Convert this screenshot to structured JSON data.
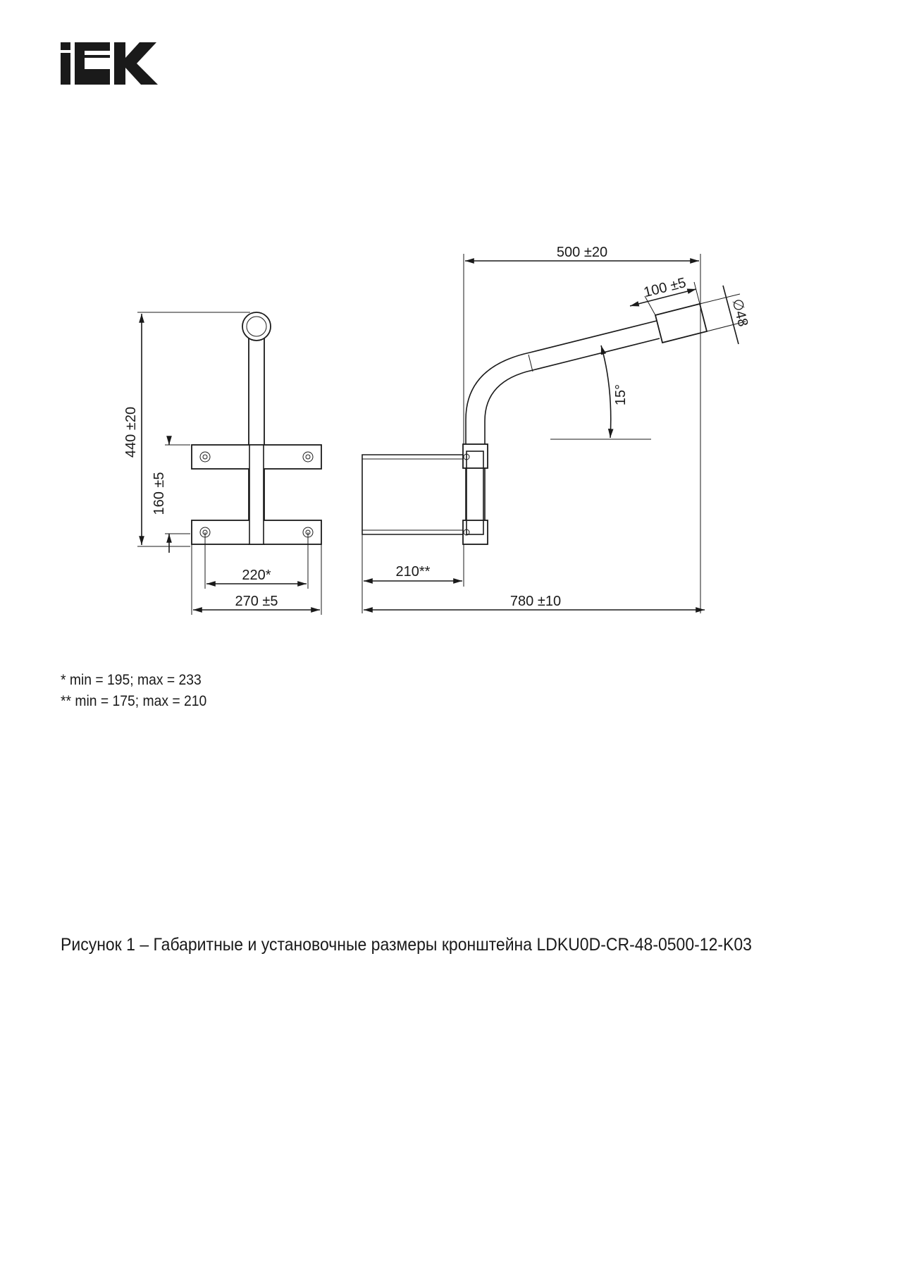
{
  "logo": {
    "text": "IEK",
    "color": "#1a1a1a"
  },
  "dimensions": {
    "height_total": "440 ±20",
    "mount_spacing": "160 ±5",
    "hole_spacing": "220*",
    "plate_width": "270 ±5",
    "arm_reach": "500 ±20",
    "sleeve_length": "100 ±5",
    "diameter": "∅48",
    "angle": "15°",
    "clamp_depth": "210**",
    "overall_length": "780 ±10"
  },
  "notes": [
    "* min = 195; max = 233",
    "** min = 175; max = 210"
  ],
  "caption": "Рисунок 1 – Габаритные и установочные размеры кронштейна LDKU0D-CR-48-0500-12-K03"
}
